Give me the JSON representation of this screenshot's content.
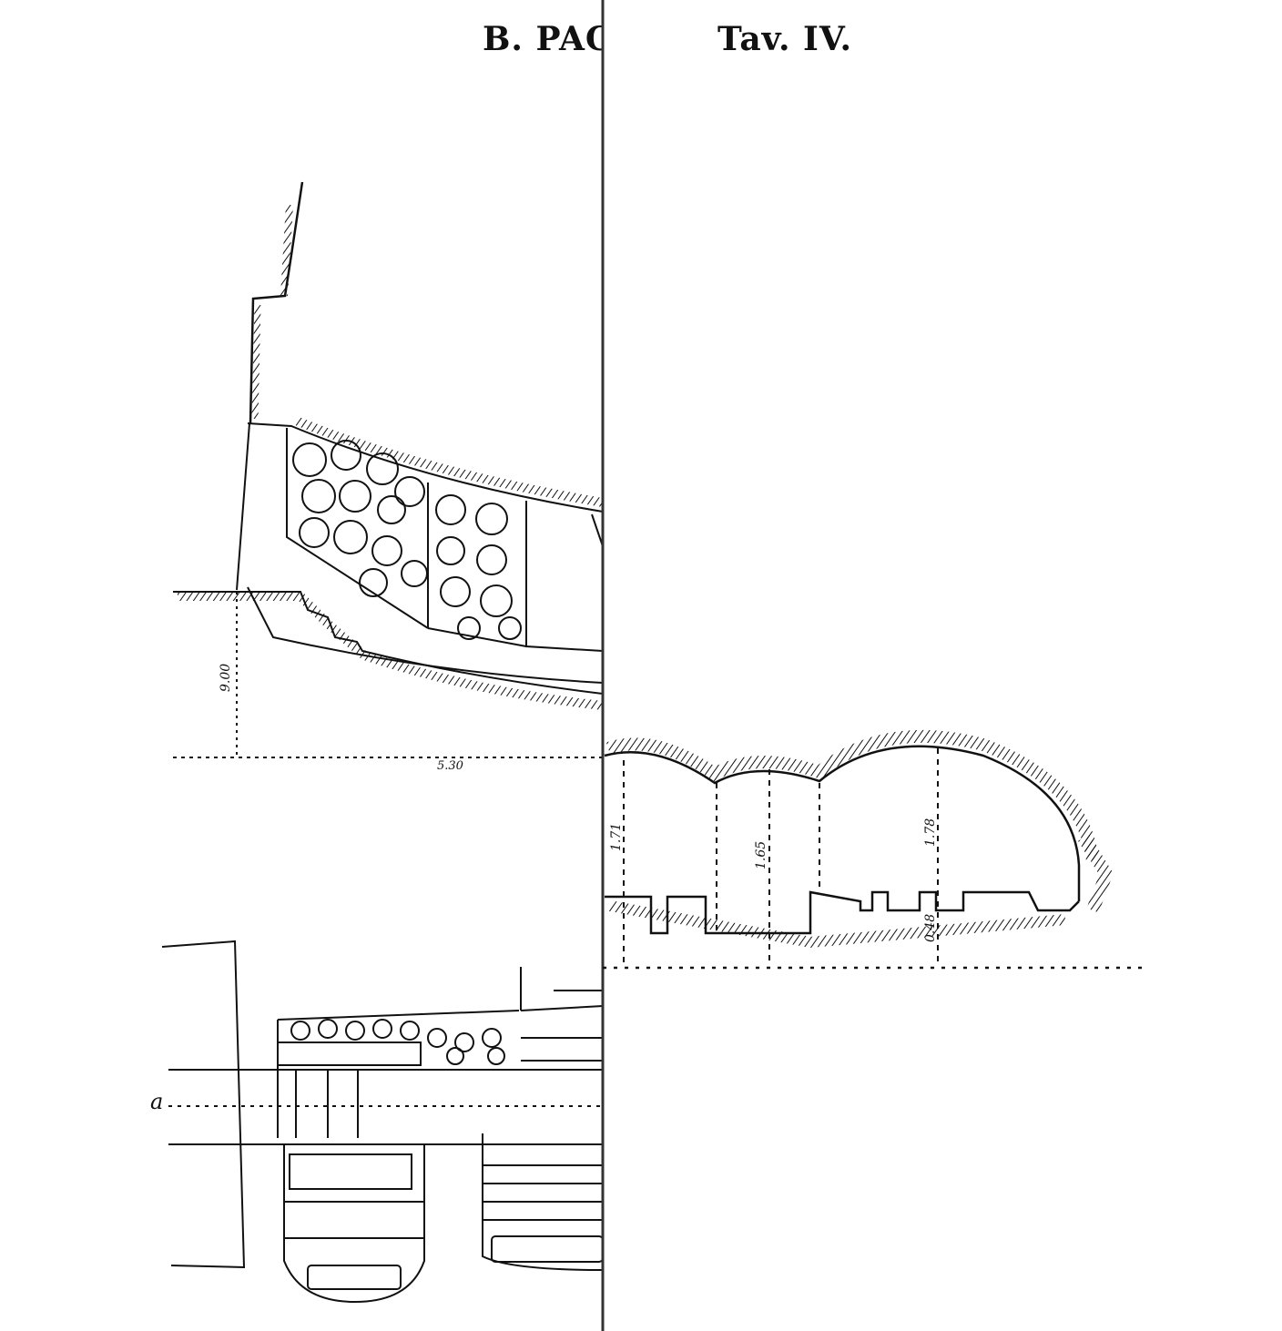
{
  "header": {
    "left_text": "B. PAC",
    "right_text": "Tav. IV."
  },
  "labels": {
    "section_height": "9.00",
    "section_width": "5.30",
    "plan_marker": "a",
    "profile_dim_1": "1.71",
    "profile_dim_2": "1.65",
    "profile_dim_3": "1.78",
    "profile_dim_4": "0.48"
  }
}
